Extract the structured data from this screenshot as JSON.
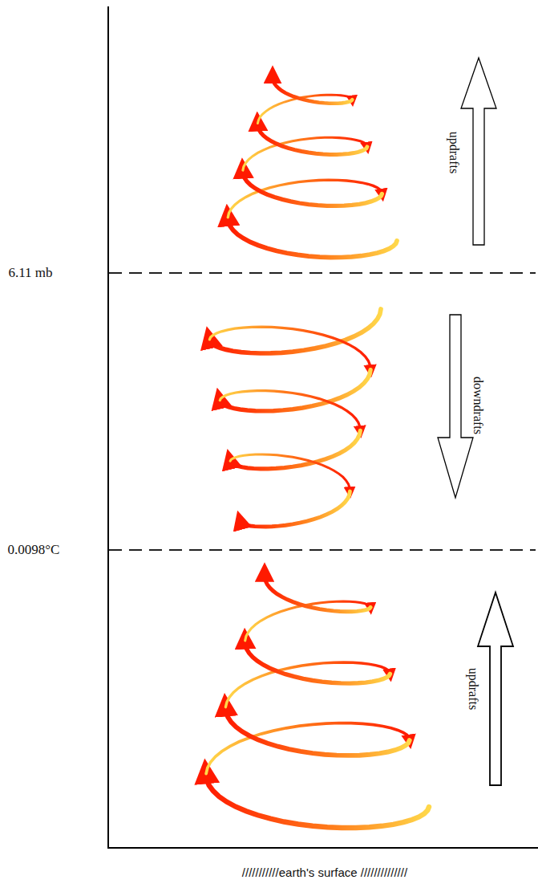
{
  "diagram": {
    "labels": [
      "6.11 mb",
      "0.0098°C",
      "updrafts",
      "downdrafts",
      "updrafts",
      "///////////earth's surface //////////////"
    ]
  }
}
